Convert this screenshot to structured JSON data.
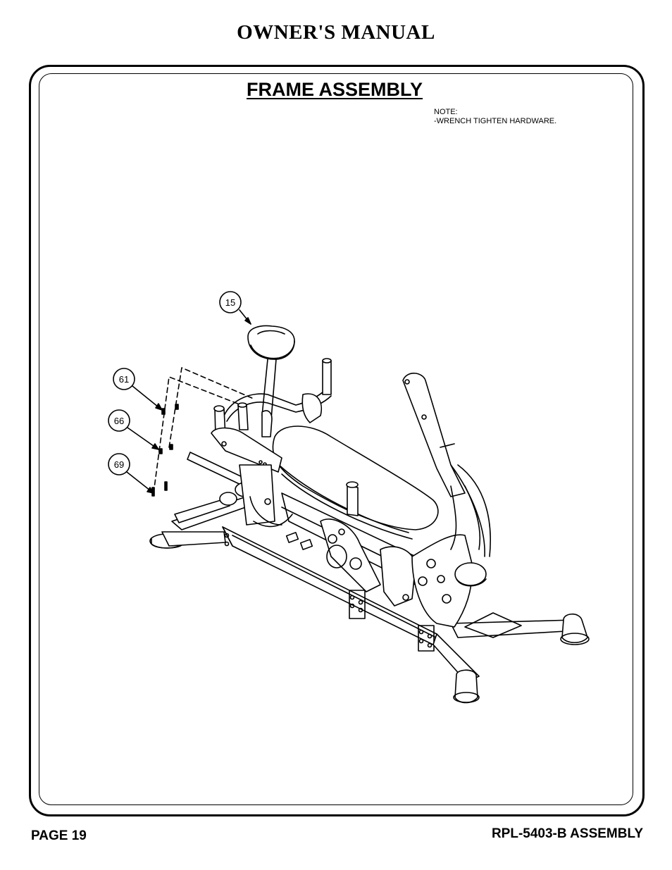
{
  "header": {
    "title": "OWNER'S MANUAL"
  },
  "section": {
    "title": "FRAME ASSEMBLY"
  },
  "note": {
    "heading": "NOTE:",
    "line1": "-WRENCH TIGHTEN HARDWARE."
  },
  "callouts": [
    {
      "id": "callout-15",
      "label": "15"
    },
    {
      "id": "callout-61",
      "label": "61"
    },
    {
      "id": "callout-66",
      "label": "66"
    },
    {
      "id": "callout-69",
      "label": "69"
    }
  ],
  "footer": {
    "page": "PAGE 19",
    "model": "RPL-5403-B ASSEMBLY"
  }
}
